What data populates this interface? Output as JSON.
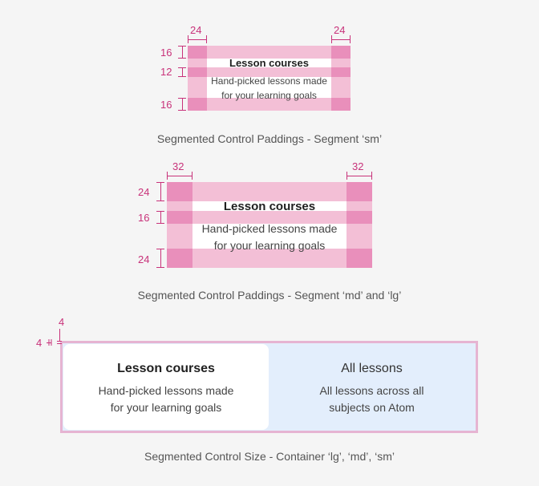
{
  "diagram1": {
    "dims": {
      "left_width": "24",
      "right_width": "24",
      "top": "16",
      "gap": "12",
      "bottom": "16"
    },
    "title": "Lesson courses",
    "subtitle_line1": "Hand-picked lessons made",
    "subtitle_line2": "for your learning goals",
    "caption": "Segmented Control Paddings - Segment ‘sm’"
  },
  "diagram2": {
    "dims": {
      "left_width": "32",
      "right_width": "32",
      "top": "24",
      "gap": "16",
      "bottom": "24"
    },
    "title": "Lesson courses",
    "subtitle_line1": "Hand-picked lessons made",
    "subtitle_line2": "for your learning goals",
    "caption": "Segmented Control Paddings - Segment ‘md’ and ‘lg’"
  },
  "diagram3": {
    "dims": {
      "top": "4",
      "left": "4"
    },
    "segment_active": {
      "title": "Lesson courses",
      "subtitle_line1": "Hand-picked lessons made",
      "subtitle_line2": "for your learning goals"
    },
    "segment_inactive": {
      "title": "All lessons",
      "subtitle_line1": "All lessons across all",
      "subtitle_line2": "subjects on Atom"
    },
    "caption": "Segmented Control Size - Container ‘lg’, ‘md’, ‘sm’"
  },
  "colors": {
    "accent": "#c8327a",
    "padding_light": "#f3bfd6",
    "padding_dark": "#e98fbb",
    "active_segment": "#ffffff",
    "inactive_segment": "#e3eefc",
    "background": "#f5f5f5"
  }
}
